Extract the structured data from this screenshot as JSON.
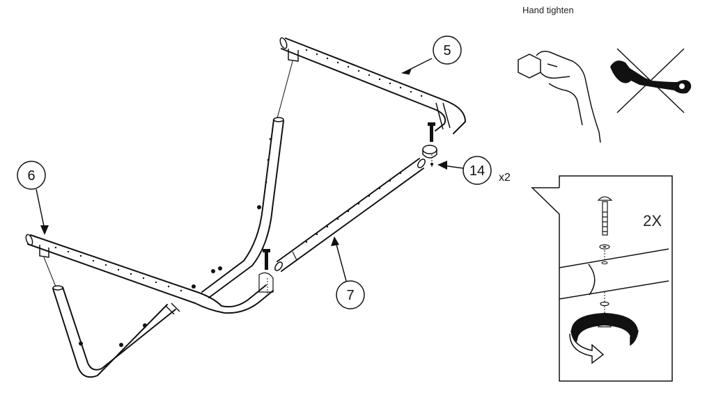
{
  "labels": {
    "hand_tighten": "Hand tighten",
    "detail_qty": "2X",
    "bolt_qty": "x2"
  },
  "callouts": [
    {
      "id": "part-5",
      "number": "5"
    },
    {
      "id": "part-6",
      "number": "6"
    },
    {
      "id": "part-7",
      "number": "7"
    },
    {
      "id": "part-14",
      "number": "14"
    }
  ],
  "icons": {
    "hand": "hand-tighten-icon",
    "wrench": "no-wrench-icon",
    "rotate": "rotate-arrow-icon",
    "bolt": "bolt-icon"
  }
}
